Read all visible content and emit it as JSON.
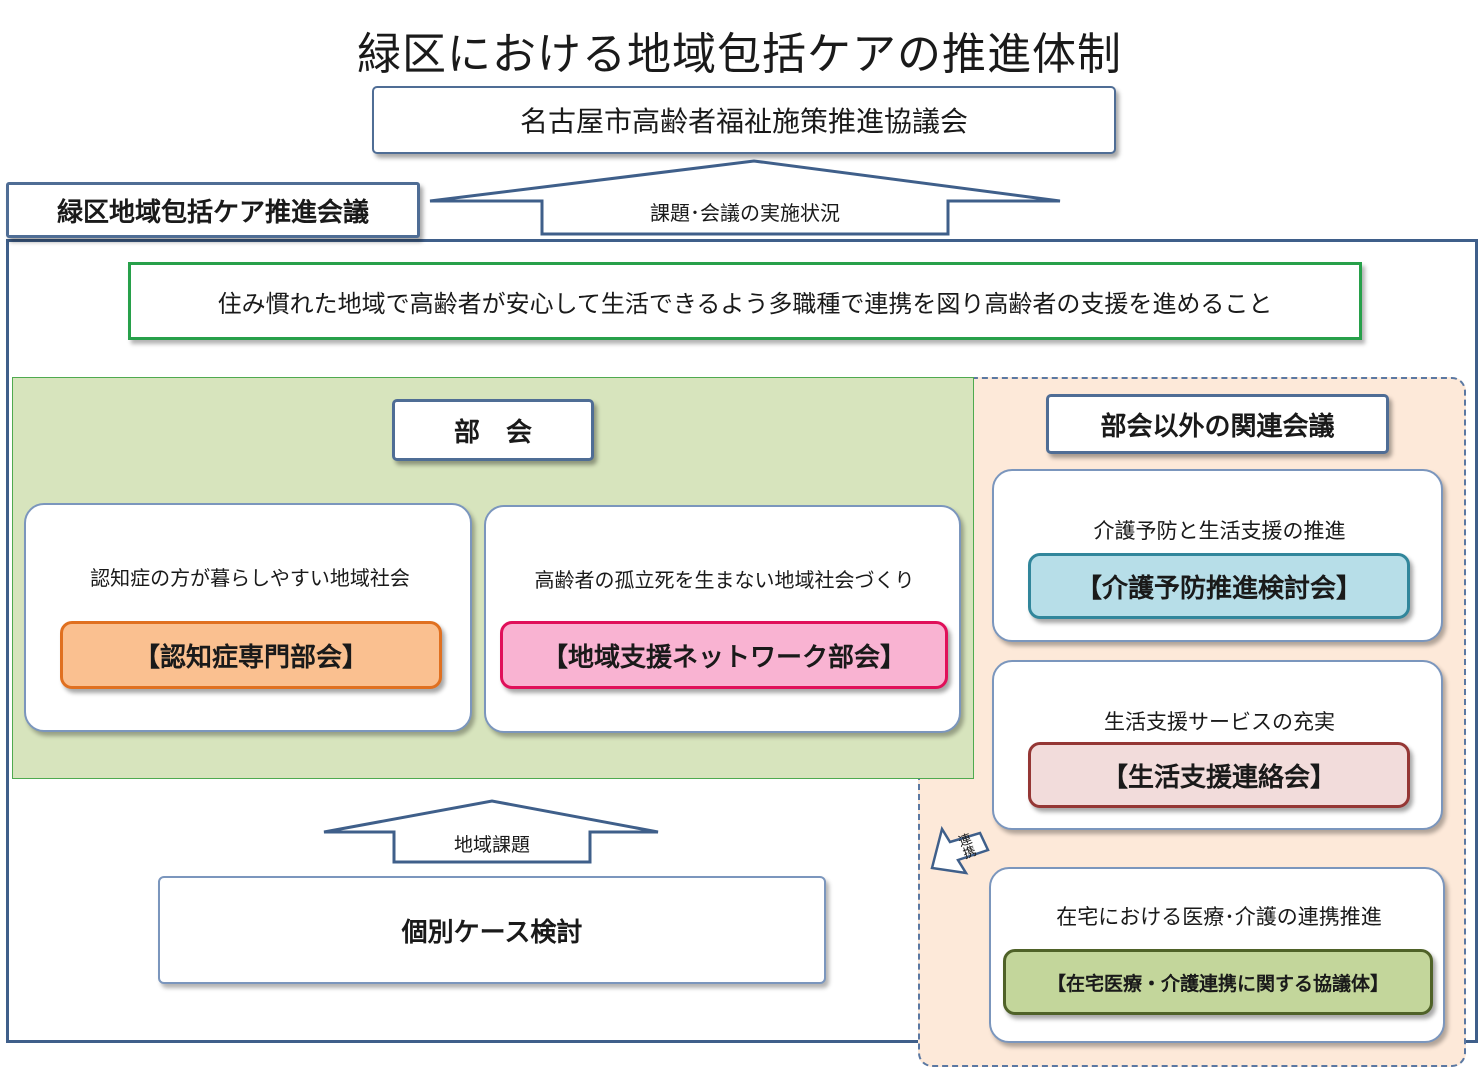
{
  "title": "緑区における地域包括ケアの推進体制",
  "top_council": "名古屋市高齢者福祉施策推進協議会",
  "main_meeting_label": "緑区地域包括ケア推進会議",
  "up_arrow_top_label": "課題･会議の実施状況",
  "goal": "住み慣れた地域で高齢者が安心して生活できるよう多職種で連携を図り高齢者の支援を進めること",
  "bukai": {
    "header": "部　会",
    "cards": [
      {
        "theme": "認知症の方が暮らしやすい地域社会",
        "name": "【認知症専門部会】"
      },
      {
        "theme": "高齢者の孤立死を生まない地域社会づくり",
        "name": "【地域支援ネットワーク部会】"
      }
    ]
  },
  "related": {
    "header": "部会以外の関連会議",
    "cards": [
      {
        "theme": "介護予防と生活支援の推進",
        "name": "【介護予防推進検討会】"
      },
      {
        "theme": "生活支援サービスの充実",
        "name": "【生活支援連絡会】"
      },
      {
        "theme": "在宅における医療･介護の連携推進",
        "name": "【在宅医療・介護連携に関する協議体】"
      }
    ]
  },
  "up_arrow_bottom_label": "地域課題",
  "case_review": "個別ケース検討",
  "link_arrow_label": "連携",
  "colors": {
    "frame": "#3f5f8a",
    "green_area": "#d7e4bd",
    "peach_area": "#fde9d9",
    "dementia": "#fac090",
    "network": "#f9b3d2",
    "prevention": "#b7dee8",
    "livelihood": "#f2dcdb",
    "homecare": "#c3d69b"
  }
}
